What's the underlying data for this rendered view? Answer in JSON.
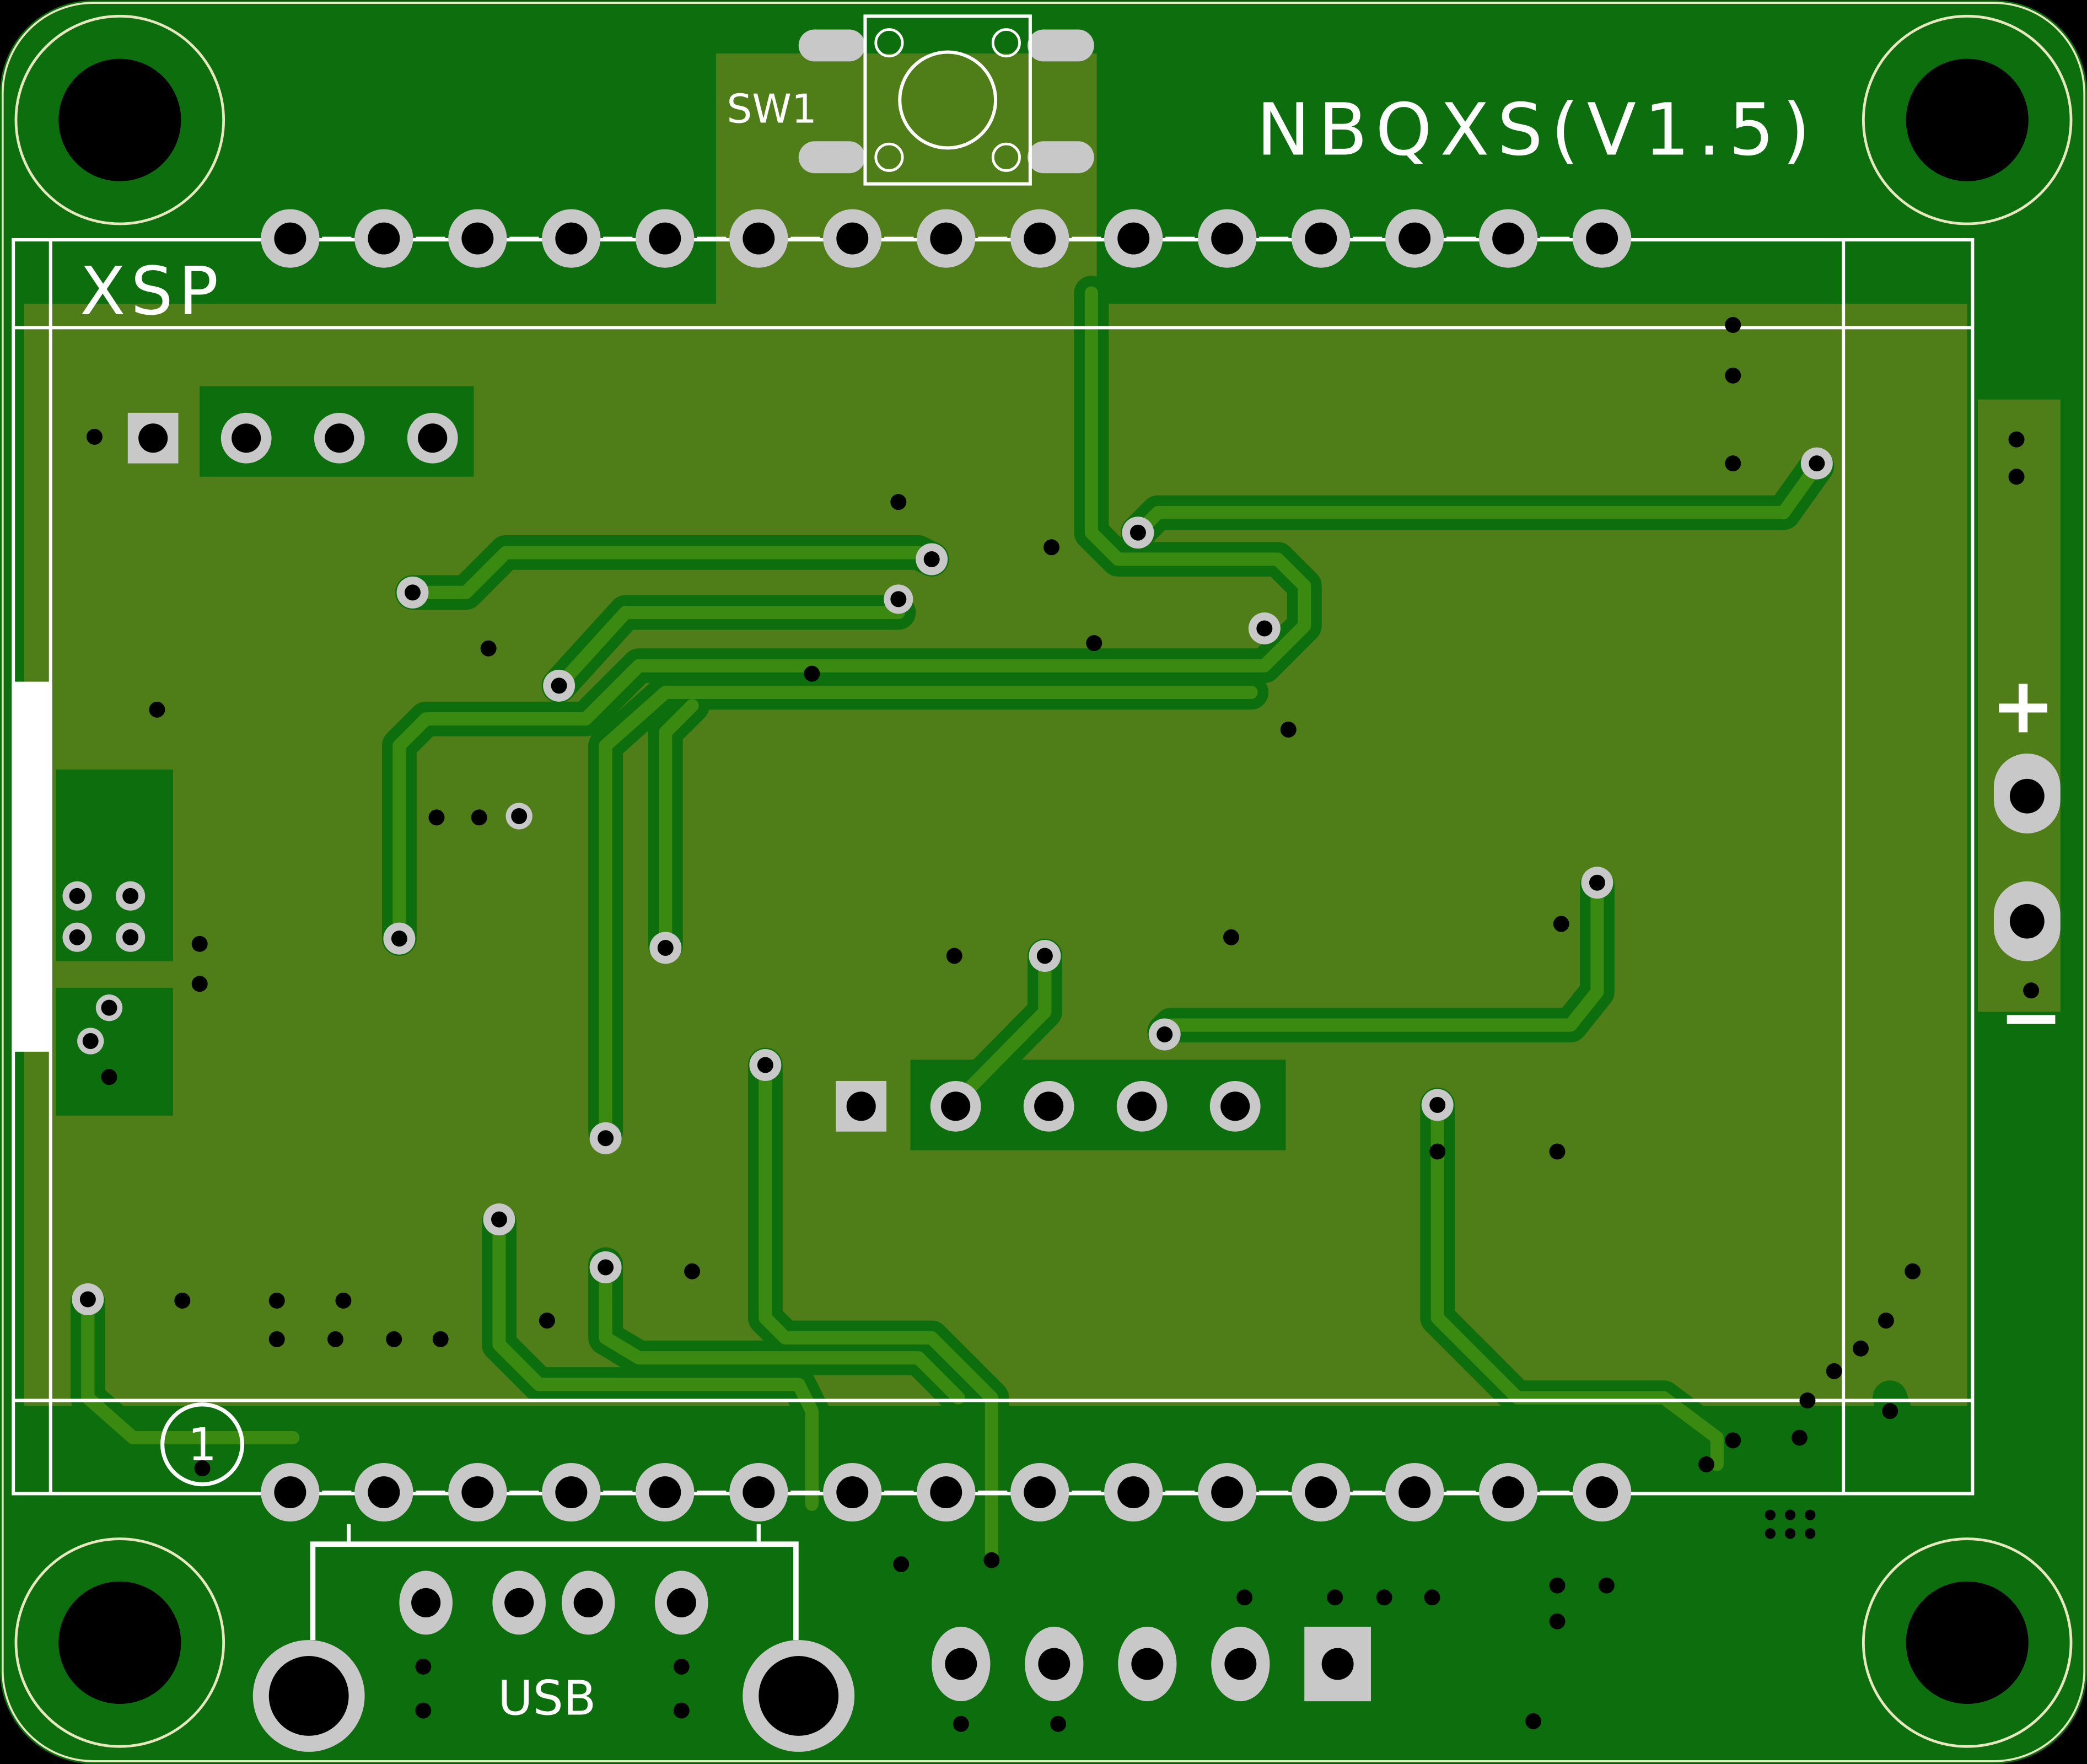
{
  "board": {
    "title": "NBQXS(V1.5)",
    "module_label": "XSP",
    "switch_label": "SW1",
    "usb_label": "USB",
    "pin1_marker": "1",
    "battery_plus": "+",
    "battery_minus": "−"
  },
  "colors": {
    "background": "#000000",
    "copper_pour": "#0d6e0d",
    "board_fill": "#4f7d17",
    "trace": "#3a8a12",
    "pad": "#c8c8c8",
    "drill": "#000000",
    "silkscreen": "#ffffff",
    "mounting_ring": "#e8e8c0"
  }
}
